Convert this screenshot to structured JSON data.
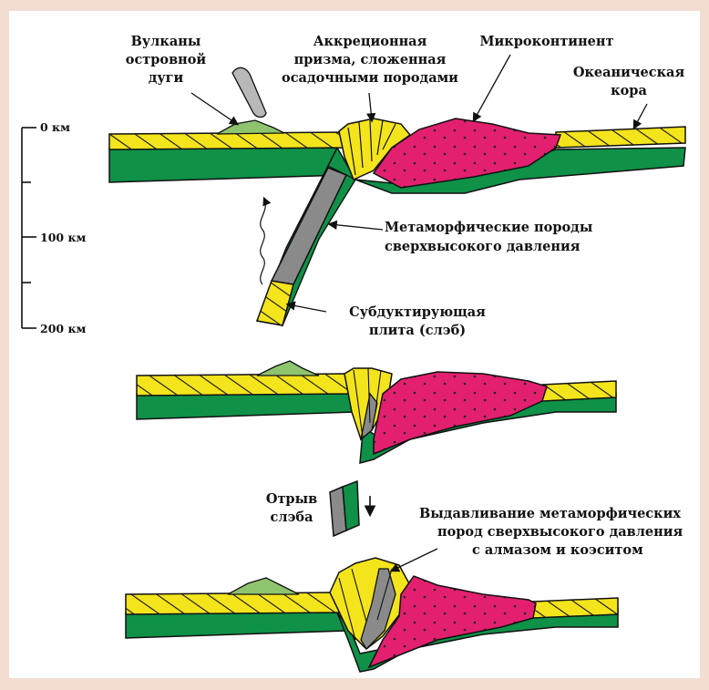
{
  "scale": {
    "ticks": [
      "0 км",
      "100 км",
      "200 км"
    ]
  },
  "labels": {
    "arc_volcanoes": [
      "Вулканы",
      "островной",
      "дуги"
    ],
    "accretionary_prism": [
      "Аккреционная",
      "призма, сложенная",
      "осадочными породами"
    ],
    "microcontinent": [
      "Микроконтинент"
    ],
    "oceanic_crust": [
      "Океаническая",
      "кора"
    ],
    "metamorphic_rocks": [
      "Метаморфические породы",
      "сверхвысокого давления"
    ],
    "subducting_slab": [
      "Субдуктирующая",
      "плита (слэб)"
    ],
    "slab_breakoff": [
      "Отрыв",
      "слэба"
    ],
    "exhumation": [
      "Выдавливание метаморфических",
      "пород сверхвысокого давления",
      "с алмазом и коэситом"
    ]
  },
  "colors": {
    "background": "#f3ddd3",
    "oceanic_lithosphere": "#0f9148",
    "sediment_layer": "#f4e41c",
    "microcontinent": "#e3206f",
    "volcano": "#8fc46f",
    "uhp_rocks": "#8a8a8a",
    "magma": "#b8b8b8",
    "outline": "#111111"
  }
}
